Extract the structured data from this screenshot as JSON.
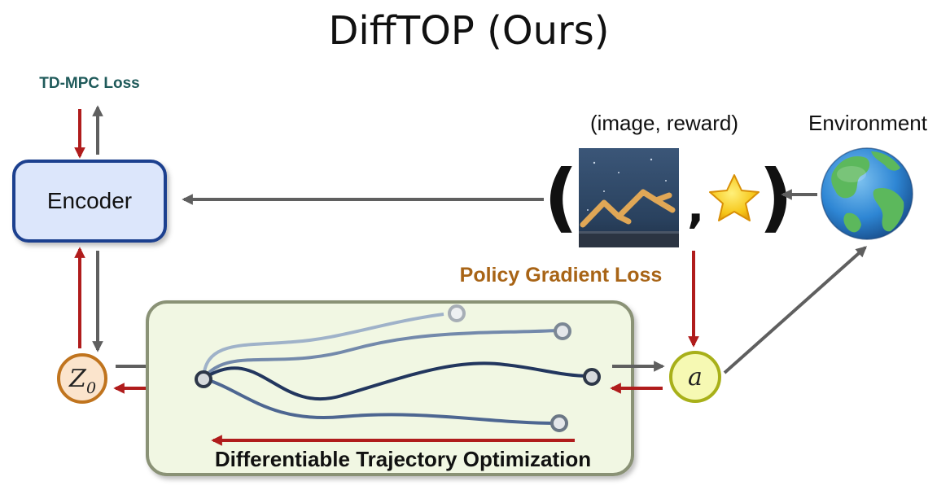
{
  "title": "DiffTOP (Ours)",
  "labels": {
    "td_mpc_loss": "TD-MPC Loss",
    "encoder": "Encoder",
    "image_reward": "(image, reward)",
    "environment": "Environment",
    "policy_gradient_loss": "Policy Gradient Loss",
    "dto": "Differentiable Trajectory Optimization",
    "z0_symbol": "Z",
    "z0_subscript": "0",
    "action": "a",
    "paren_open": "(",
    "paren_close": ")",
    "comma": ","
  },
  "colors": {
    "forward_arrow": "#5f5f5f",
    "gradient_arrow": "#b01c1c",
    "td_mpc_text": "#1f5a5a",
    "policy_gradient_text": "#a86416",
    "encoder_fill": "#dce6fb",
    "encoder_stroke": "#1f3f8f",
    "dto_fill": "#f1f7e3",
    "dto_stroke": "#8a9276",
    "z0_fill": "#fbe4cc",
    "z0_stroke": "#c0741e",
    "action_fill": "#f6f9b3",
    "action_stroke": "#a8b019",
    "trajectory_dark": "#22365e",
    "trajectory_mid": "#4d6691",
    "trajectory_light": "#9fb2c9"
  },
  "icons": {
    "observation": "robot-walker-image",
    "reward": "star-icon",
    "environment": "earth-globe-icon"
  }
}
